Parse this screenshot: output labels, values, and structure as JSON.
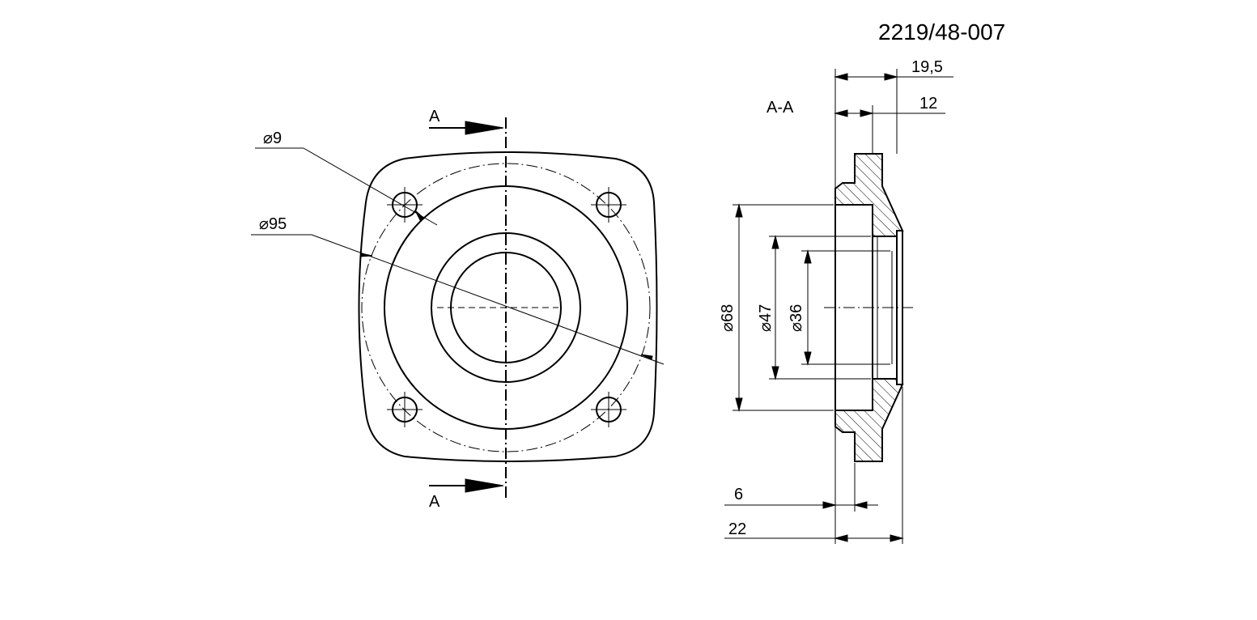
{
  "drawing": {
    "part_number": "2219/48-007",
    "section_label": "A-A",
    "section_marker_top": "A",
    "section_marker_bottom": "A"
  },
  "front_view": {
    "hole_diameter": "⌀9",
    "bolt_circle_diameter": "⌀95"
  },
  "section_view": {
    "dim_outer_diameter": "⌀68",
    "dim_bore_47": "⌀47",
    "dim_bore_36": "⌀36",
    "dim_length_19_5": "19,5",
    "dim_length_12": "12",
    "dim_flange_6": "6",
    "dim_total_22": "22"
  }
}
